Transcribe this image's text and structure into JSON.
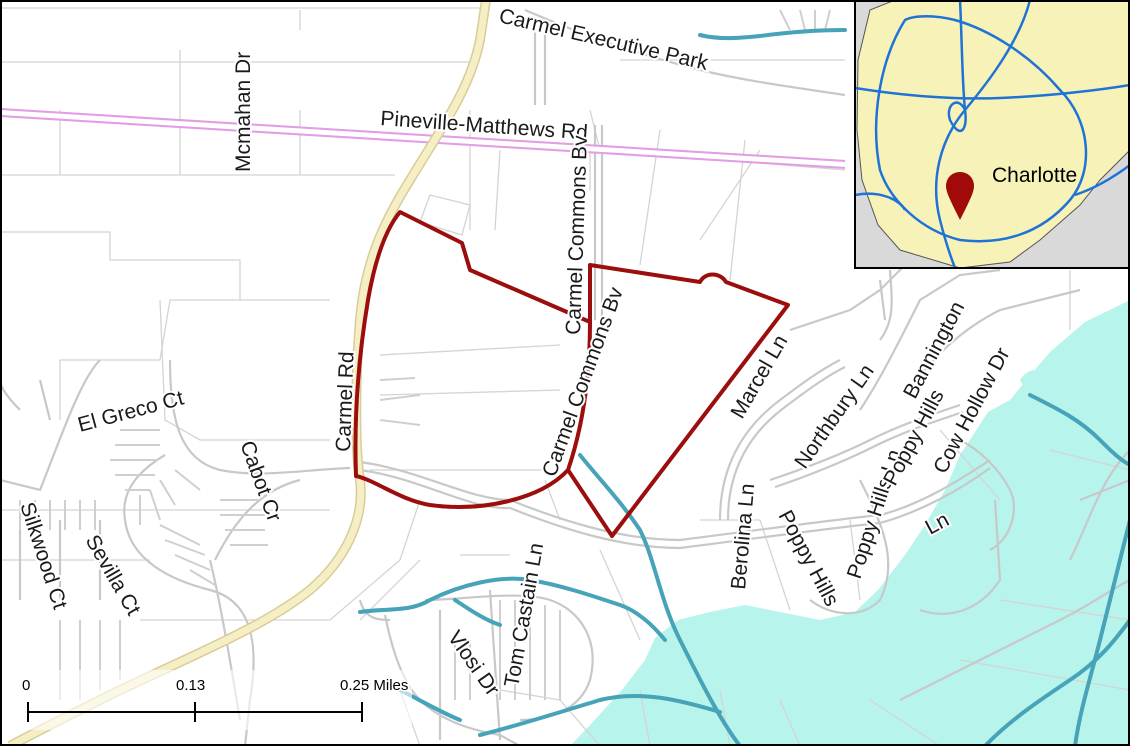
{
  "colors": {
    "water": "#b7f4ec",
    "stream": "#46a3b8",
    "street": "#c8c8c8",
    "parcel": "#d4d4d4",
    "major_road": "#f1e4ae",
    "highway_pink": "#e59ce6",
    "boundary": "#9c0d0d",
    "inset_land": "#f7f2b8",
    "inset_outside": "#d9d9d9",
    "inset_roads": "#1f73d6",
    "marker": "#a00a0a"
  },
  "streets": {
    "carmel_executive_park": "Carmel Executive Park",
    "pineville_matthews": "Pineville-Matthews Rd",
    "mcmahan": "Mcmahan Dr",
    "carmel_rd": "Carmel Rd",
    "carmel_commons": "Carmel Commons Bv",
    "el_greco": "El Greco Ct",
    "cabot": "Cabot Cr",
    "silkwood": "Silkwood Ct",
    "sevilla": "Sevilla Ct",
    "tom_castain": "Tom Castain Ln",
    "vlosi": "Vlosi Dr",
    "berolina": "Berolina Ln",
    "marcel": "Marcel Ln",
    "northbury": "Northbury Ln",
    "bannington": "Bannington",
    "cow_hollow": "Cow Hollow Dr",
    "poppy_hills_ln": "Poppy Hills Ln",
    "poppy_hills": "Poppy Hills",
    "ln_suffix": "Ln"
  },
  "inset": {
    "city_label": "Charlotte",
    "marker_icon": "map-pin-icon"
  },
  "scale_bar": {
    "ticks": [
      "0",
      "0.13",
      "0.25 Miles"
    ]
  }
}
